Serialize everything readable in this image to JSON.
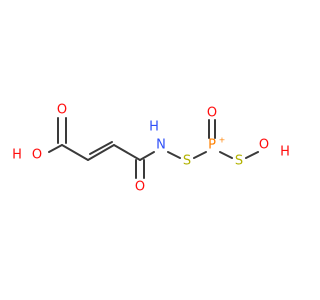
{
  "colors": {
    "bond": "#3a3a3a",
    "oxygen": "#ff0d0d",
    "nitrogen": "#3050f8",
    "sulfur": "#b2b200",
    "phosphorus": "#ff8000"
  },
  "atoms": {
    "o_carbonyl_top": "O",
    "o_hydroxyl_left": "O",
    "h_hydroxyl_left": "H",
    "o_amide": "O",
    "n_amide": "N",
    "h_amide": "H",
    "s_first": "S",
    "p_center": "P",
    "p_charge": "+",
    "o_phosphoryl": "O",
    "s_second": "S",
    "o_terminal": "O",
    "h_terminal": "H"
  }
}
